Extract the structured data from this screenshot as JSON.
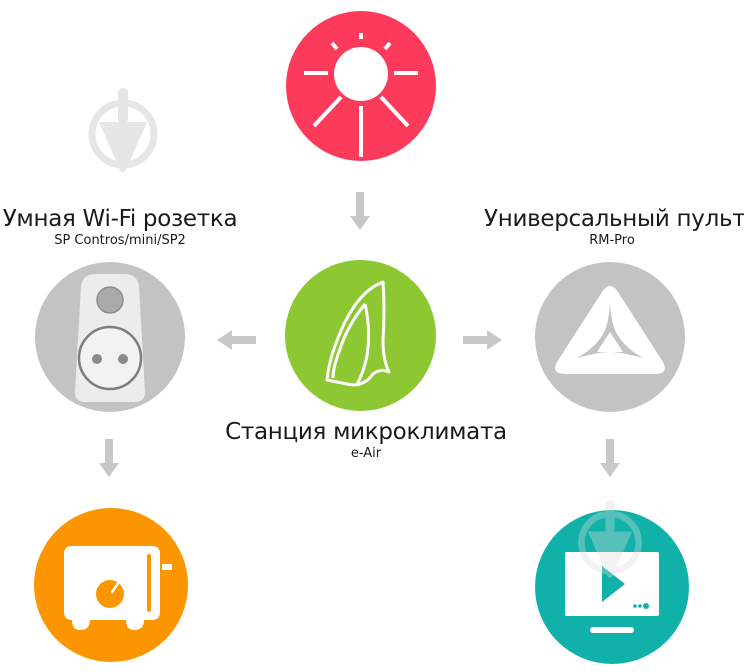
{
  "colors": {
    "sensor": "#fb3a5c",
    "station": "#8dc832",
    "socket": "#c3c3c3",
    "remote": "#c3c3c3",
    "appliance": "#fb9600",
    "tv": "#10b1a9",
    "arrow": "#c8c8c8",
    "watermark": "#e6e6e6"
  },
  "nodes": {
    "sensor": {
      "icon": "sun-icon"
    },
    "station": {
      "icon": "leaf-icon",
      "title": "Станция микроклимата",
      "subtitle": "e-Air"
    },
    "socket": {
      "icon": "power-socket-icon",
      "title": "Умная Wi-Fi розетка",
      "subtitle": "SP Contros/mini/SP2"
    },
    "remote": {
      "icon": "triangle-logo-icon",
      "title": "Универсальный пульт",
      "subtitle": "RM-Pro"
    },
    "appliance": {
      "icon": "heater-icon"
    },
    "tv": {
      "icon": "tv-play-icon"
    }
  },
  "arrows": [
    {
      "from": "sensor",
      "to": "station",
      "direction": "down"
    },
    {
      "from": "station",
      "to": "socket",
      "direction": "left"
    },
    {
      "from": "station",
      "to": "remote",
      "direction": "right"
    },
    {
      "from": "socket",
      "to": "appliance",
      "direction": "down"
    },
    {
      "from": "remote",
      "to": "tv",
      "direction": "down"
    }
  ]
}
